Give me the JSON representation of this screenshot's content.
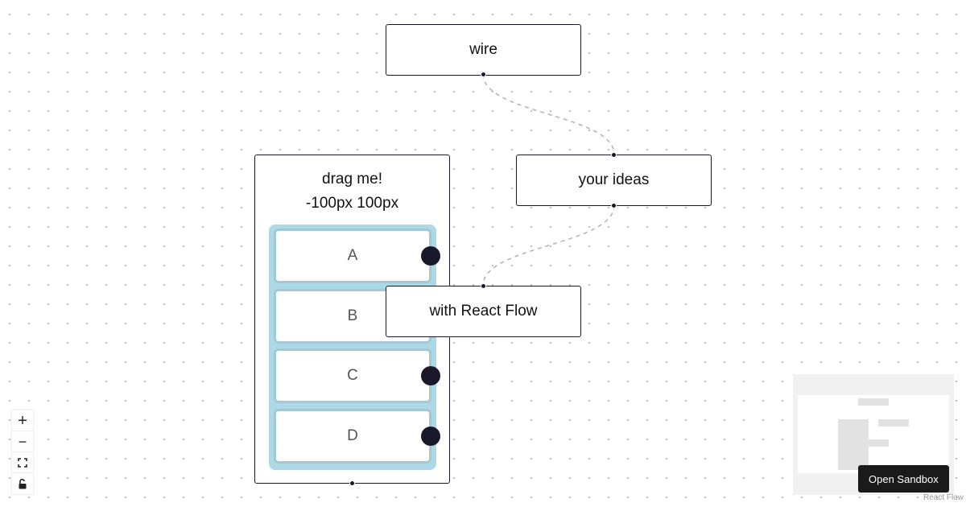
{
  "nodes": {
    "wire": "wire",
    "ideas": "your ideas",
    "react_flow": "with React Flow"
  },
  "group": {
    "title": "drag me!",
    "subtitle": "-100px 100px",
    "items": [
      "A",
      "B",
      "C",
      "D"
    ]
  },
  "controls": {
    "zoom_in": "+",
    "zoom_out": "−",
    "fit_view": "⛶",
    "lock": "🔓"
  },
  "sandbox_button": "Open Sandbox",
  "attribution": "React Flow",
  "colors": {
    "node_border": "#1a192b",
    "list_background": "#add8e6",
    "edge": "#b1b1b7",
    "sandbox_button": "#1a1a1a"
  }
}
